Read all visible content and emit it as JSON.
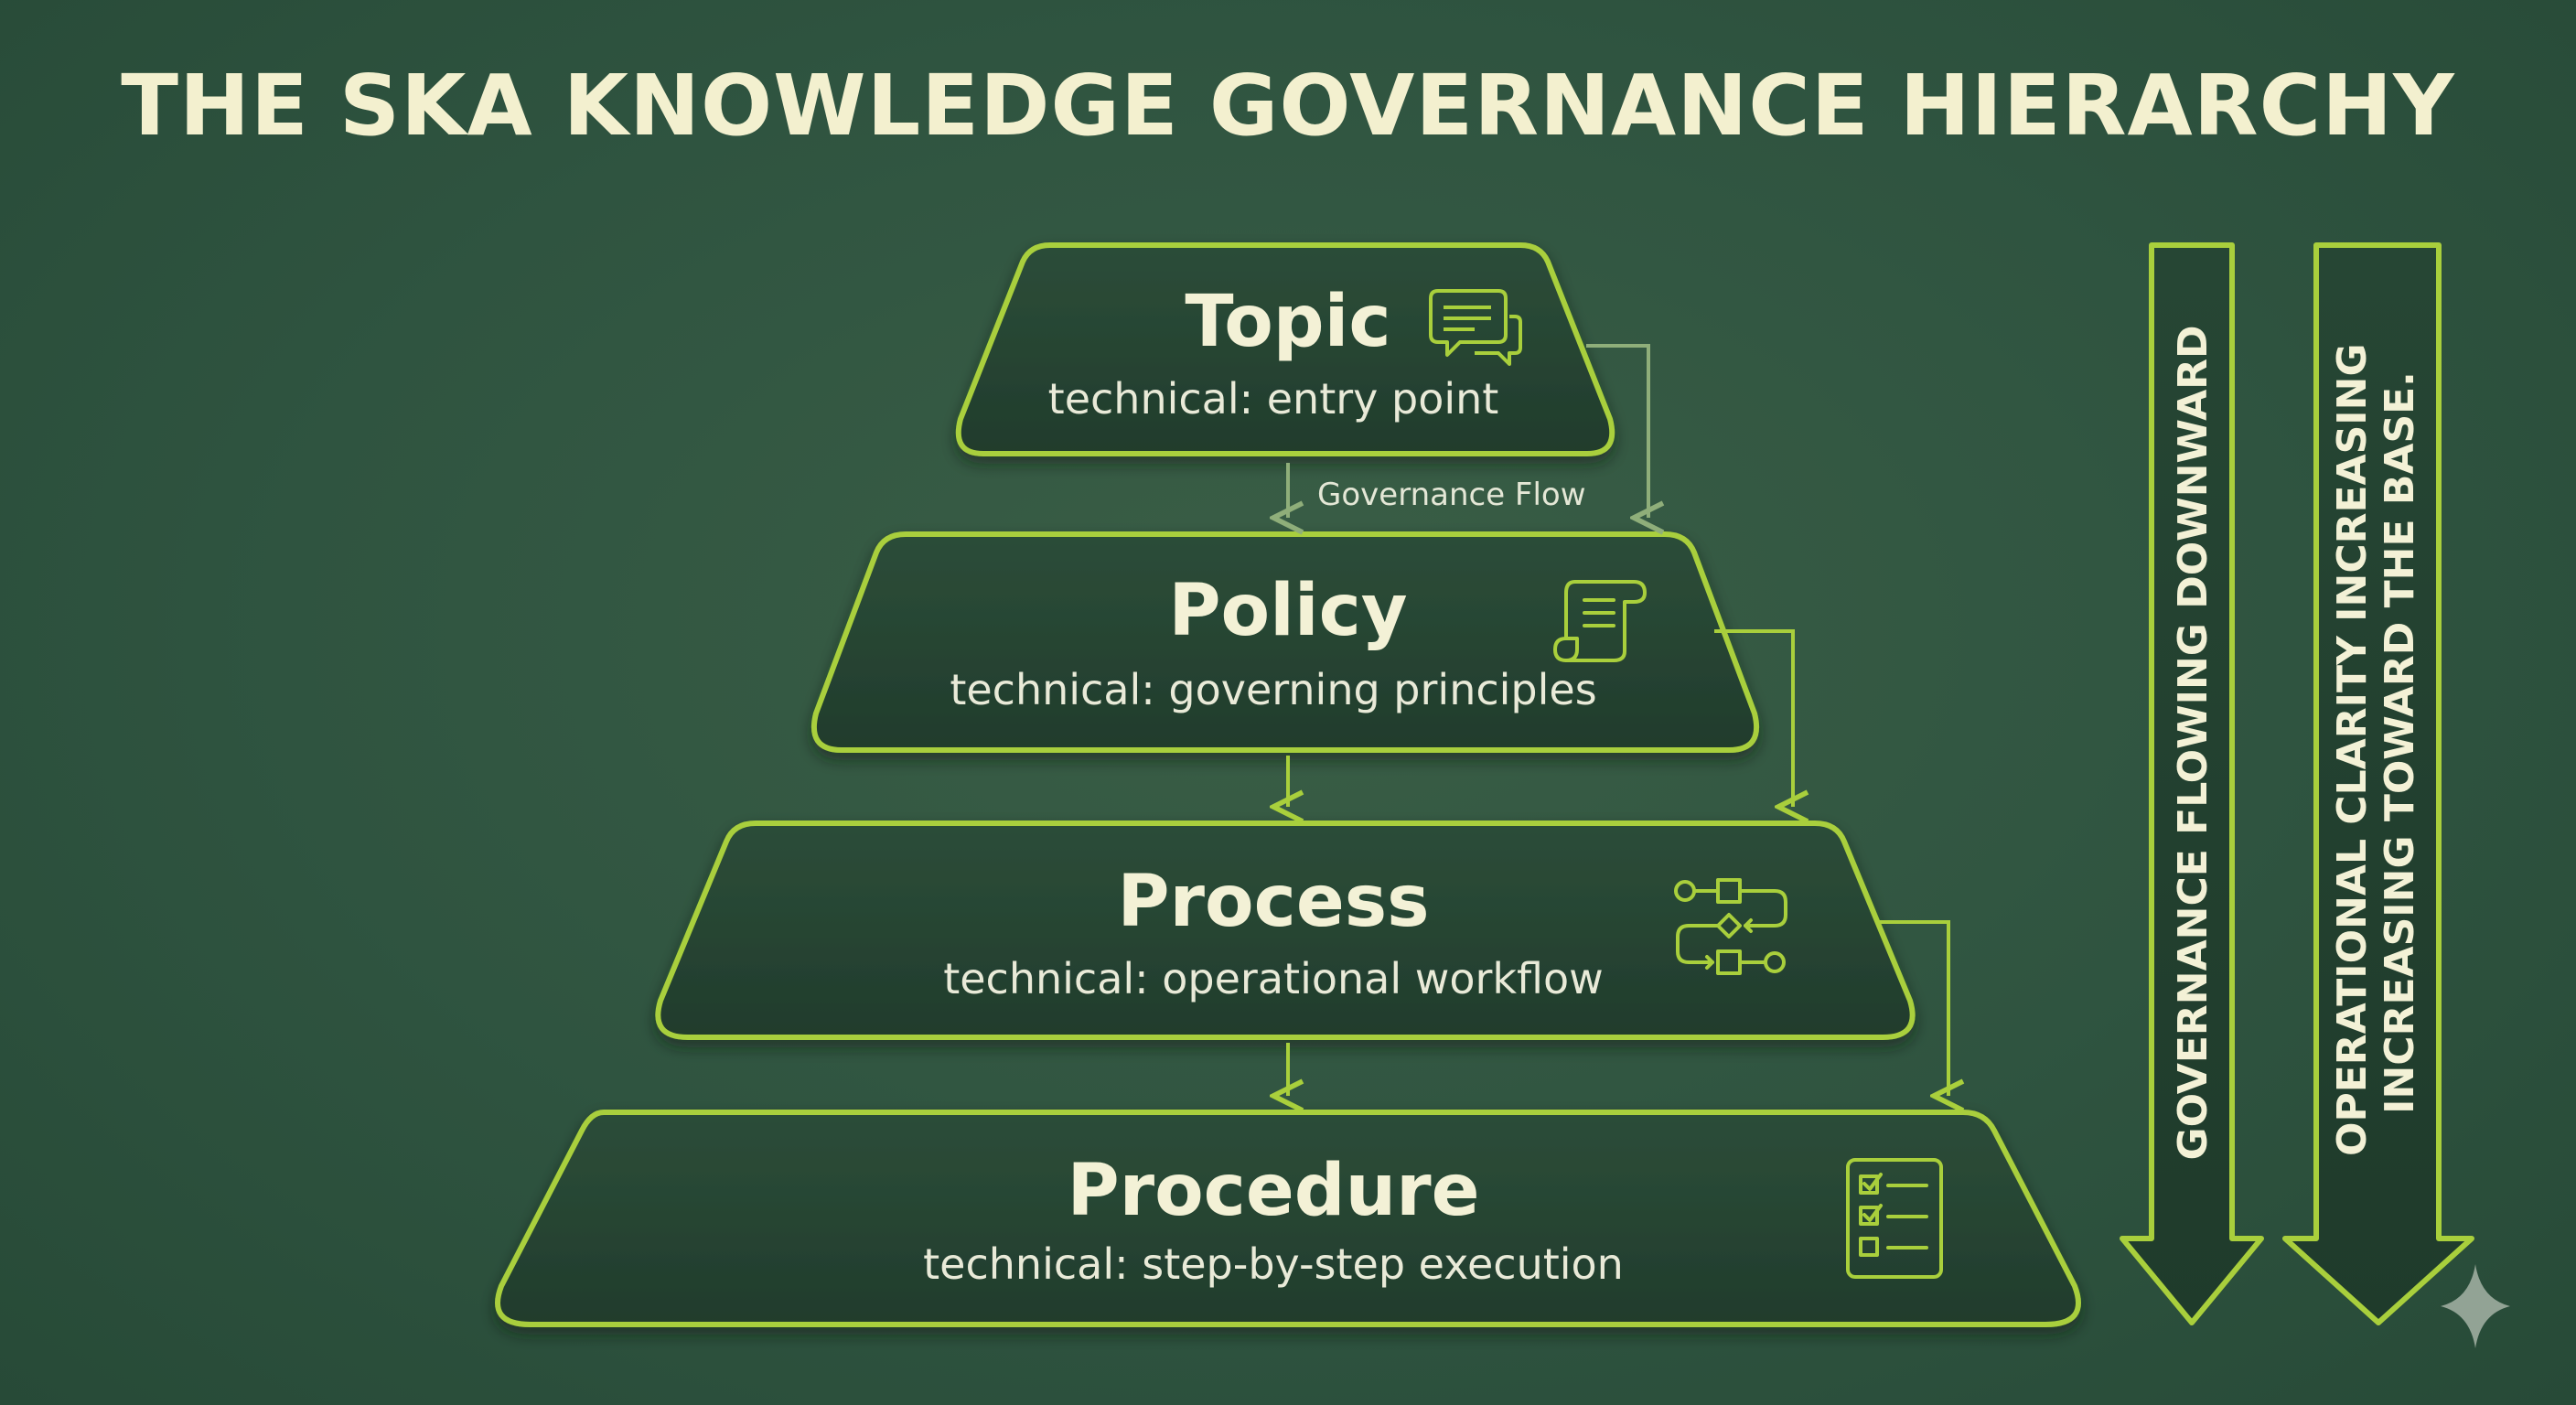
{
  "title": "THE SKA KNOWLEDGE GOVERNANCE HIERARCHY",
  "flow_label": "Governance Flow",
  "tiers": [
    {
      "name": "Topic",
      "subtitle": "technical: entry point",
      "icon": "speech-bubbles-icon"
    },
    {
      "name": "Policy",
      "subtitle": "technical: governing principles",
      "icon": "scroll-document-icon"
    },
    {
      "name": "Process",
      "subtitle": "technical: operational workflow",
      "icon": "workflow-flowchart-icon"
    },
    {
      "name": "Procedure",
      "subtitle": "technical: step-by-step execution",
      "icon": "checklist-icon"
    }
  ],
  "side_arrows": [
    {
      "lines": [
        "GOVERNANCE FLOWING DOWNWARD"
      ]
    },
    {
      "lines": [
        "OPERATIONAL CLARITY INCREASING",
        "INCREASING TOWARD THE BASE."
      ]
    }
  ],
  "colors": {
    "background": "#2f5440",
    "accent_outline": "#a9cf3c",
    "tier_fill": "#264433",
    "text_light": "#f3f1d6"
  }
}
